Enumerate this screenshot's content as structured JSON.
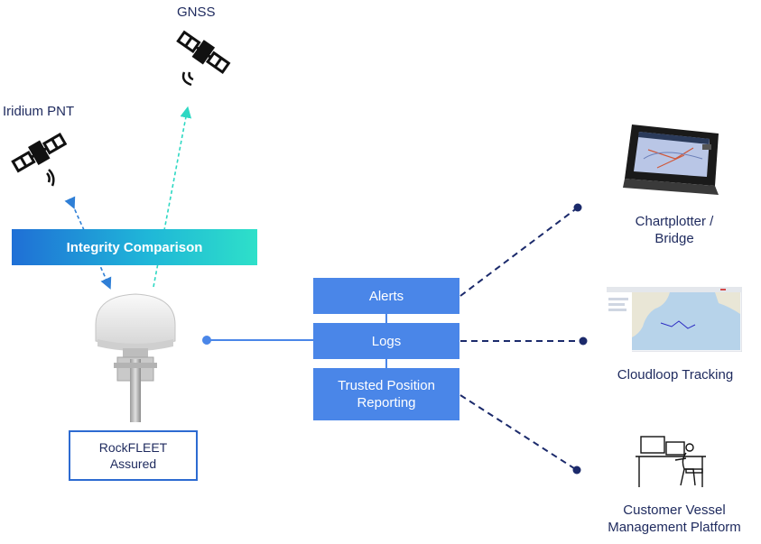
{
  "labels": {
    "gnss": "GNSS",
    "iridium": "Iridium PNT",
    "integrity": "Integrity Comparison",
    "device_line1": "RockFLEET",
    "device_line2": "Assured",
    "alerts": "Alerts",
    "logs": "Logs",
    "trusted_line1": "Trusted Position",
    "trusted_line2": "Reporting",
    "chartplotter_line1": "Chartplotter /",
    "chartplotter_line2": "Bridge",
    "cloudloop": "Cloudloop Tracking",
    "customer_line1": "Customer Vessel",
    "customer_line2": "Management Platform"
  },
  "colors": {
    "navy": "#1e2a5e",
    "box_blue": "#4a86e8",
    "arrow_blue": "#2f7fd6",
    "arrow_teal": "#2ed8c3",
    "dash_navy": "#1b2a6b"
  },
  "icons": [
    "satellite-icon",
    "satellite-icon",
    "antenna-device-icon",
    "chartplotter-icon",
    "map-screen-icon",
    "person-at-desk-icon"
  ]
}
